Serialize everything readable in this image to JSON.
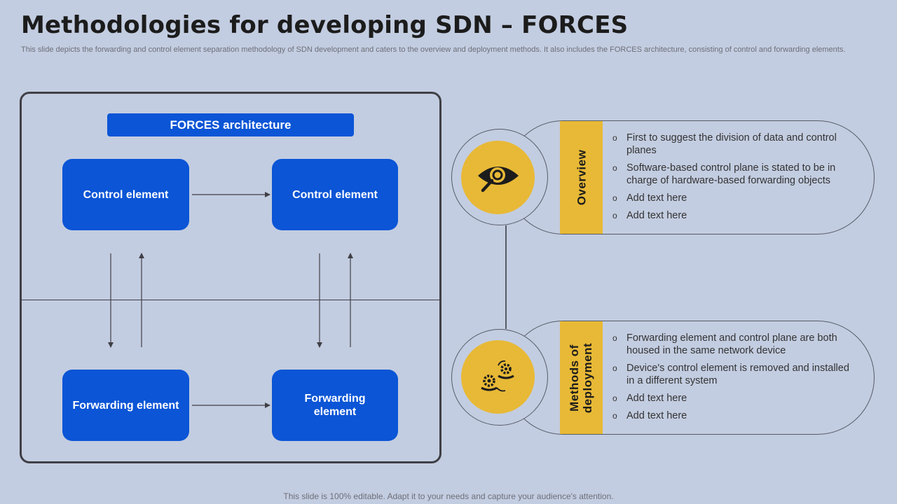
{
  "title": "Methodologies for developing SDN – FORCES",
  "subtitle": "This slide depicts the forwarding and control element separation methodology of SDN development and caters to the overview and deployment methods. It also includes the FORCES architecture, consisting of control and forwarding elements.",
  "footer": "This slide is 100% editable. Adapt it to your needs and capture your audience's attention.",
  "architecture": {
    "title": "FORCES architecture",
    "boxes": [
      "Control element",
      "Control element",
      "Forwarding element",
      "Forwarding element"
    ]
  },
  "sections": [
    {
      "label": "Overview",
      "icon": "eye-search-icon",
      "bullets": [
        "First to suggest the division of data and control planes",
        "Software-based control plane is stated to be in charge of hardware-based forwarding objects",
        "Add text here",
        "Add text here"
      ]
    },
    {
      "label": "Methods of deployment",
      "icon": "gears-hands-icon",
      "bullets": [
        "Forwarding element and control plane are both housed in the same network device",
        "Device's control element is removed and installed in a different system",
        "Add text here",
        "Add text here"
      ]
    }
  ],
  "colors": {
    "background": "#c3cde1",
    "primary_blue": "#0b55d6",
    "accent_yellow": "#e8b936",
    "outline": "#3f3f46"
  }
}
